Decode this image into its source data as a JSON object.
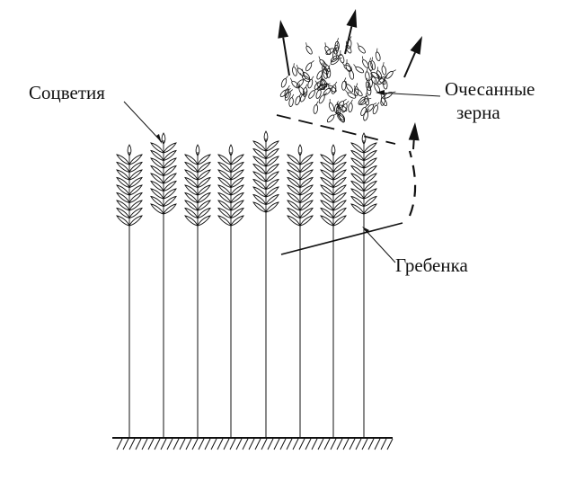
{
  "labels": {
    "inflorescence": "Соцветия",
    "threshed_grain_line1": "Очесанные",
    "threshed_grain_line2": "зерна",
    "comb": "Гребенка"
  },
  "colors": {
    "ink": "#111111",
    "background": "#ffffff"
  },
  "plants": {
    "count": 8
  }
}
